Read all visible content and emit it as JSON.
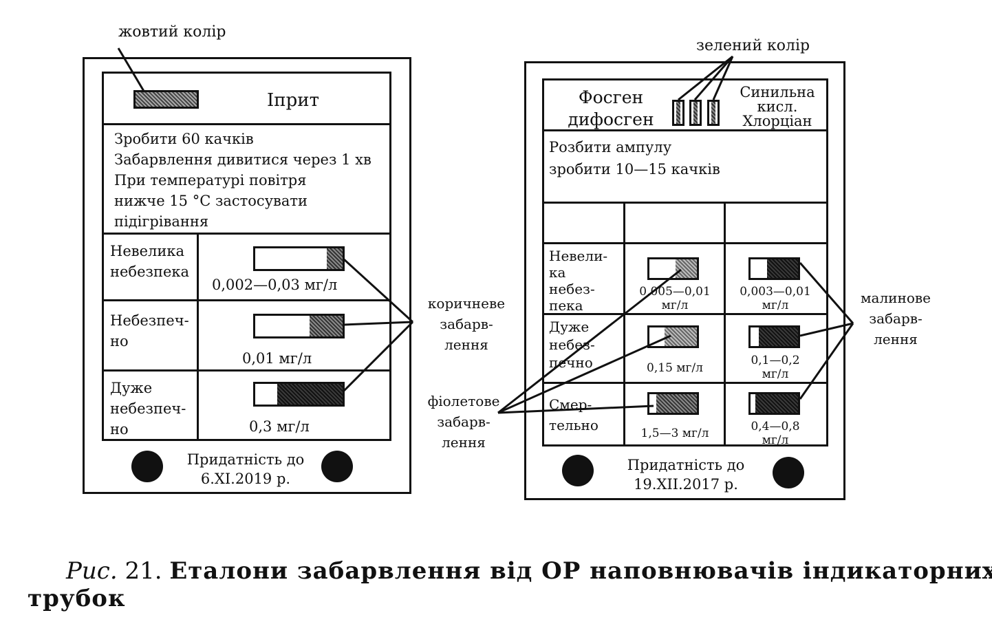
{
  "left_card": {
    "top_label": "жовтий колір",
    "title": "Іприт",
    "instructions": [
      "Зробити 60 качків",
      "Забарвлення дивитися через 1 хв",
      "При температурі повітря",
      "нижче 15 °С застосувати",
      "підігрівання"
    ],
    "rows": [
      {
        "label": "Невелика\nнебезпека",
        "value": "0,002—0,03 мг/л",
        "fill": 0.18
      },
      {
        "label": "Небезпеч-\nно",
        "value": "0,01 мг/л",
        "fill": 0.38
      },
      {
        "label": "Дуже\nнебезпеч-\nно",
        "value": "0,3 мг/л",
        "fill": 0.75
      }
    ],
    "validity": "Придатність до\n6.XI.2019 р."
  },
  "right_card": {
    "top_label": "зелений колір",
    "title_left": "Фосген\nдифосген",
    "title_right": "Синильна\nкисл.\nХлорціан",
    "instructions": [
      "Розбити ампулу",
      "зробити 10—15 качків"
    ],
    "rows": [
      {
        "label": "Невели-\nка\nнебез-\nпека",
        "value_a": "0,005—0,01\nмг/л",
        "fill_a": 0.45,
        "value_b": "0,003—0,01\nмг/л",
        "fill_b": 0.65
      },
      {
        "label": "Дуже\nнебез-\nпечно",
        "value_a": "0,15 мг/л",
        "fill_a": 0.68,
        "value_b": "0,1—0,2\nмг/л",
        "fill_b": 0.82
      },
      {
        "label": "Смер-\nтельно",
        "value_a": "1,5—3 мг/л",
        "fill_a": 0.85,
        "value_b": "0,4—0,8\nмг/л",
        "fill_b": 0.9
      }
    ],
    "validity": "Придатність до\n19.XII.2017 р."
  },
  "callouts": {
    "brown": "коричневе\nзабарв-\nлення",
    "violet": "фіолетове\nзабарв-\nлення",
    "crimson": "малинове\nзабарв-\nлення"
  },
  "caption": {
    "prefix": "Рис.",
    "number": "21.",
    "text": "Еталони забарвлення від ОР наповнювачів індикаторних",
    "text2": "трубок"
  }
}
